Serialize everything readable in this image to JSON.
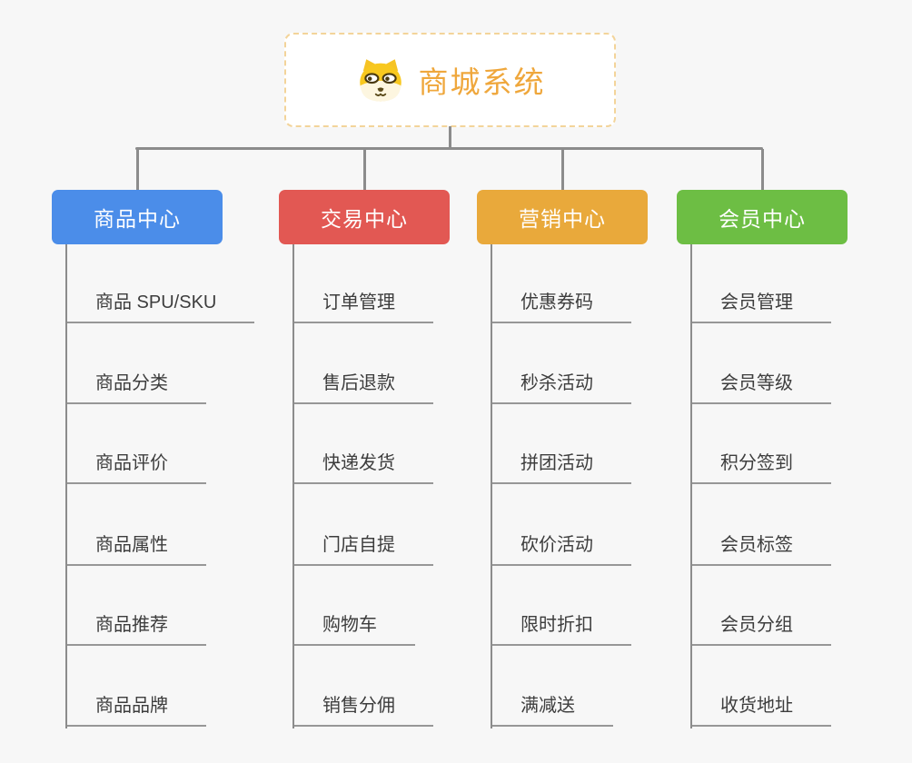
{
  "root": {
    "title": "商城系统",
    "icon": "dog-face-icon"
  },
  "branches": [
    {
      "id": "product-center",
      "label": "商品中心",
      "color": "#4b8de9",
      "children": [
        "商品 SPU/SKU",
        "商品分类",
        "商品评价",
        "商品属性",
        "商品推荐",
        "商品品牌"
      ]
    },
    {
      "id": "trade-center",
      "label": "交易中心",
      "color": "#e25853",
      "children": [
        "订单管理",
        "售后退款",
        "快递发货",
        "门店自提",
        "购物车",
        "销售分佣"
      ]
    },
    {
      "id": "marketing-center",
      "label": "营销中心",
      "color": "#e9a93b",
      "children": [
        "优惠券码",
        "秒杀活动",
        "拼团活动",
        "砍价活动",
        "限时折扣",
        "满减送"
      ]
    },
    {
      "id": "member-center",
      "label": "会员中心",
      "color": "#6dbe44",
      "children": [
        "会员管理",
        "会员等级",
        "积分签到",
        "会员标签",
        "会员分组",
        "收货地址"
      ]
    }
  ],
  "colors": {
    "background": "#f7f7f7",
    "connector": "#8c8c8c",
    "underline": "#979797",
    "item_text": "#3d3d3d",
    "root_text": "#efa73c",
    "root_border": "#f3d49a"
  }
}
